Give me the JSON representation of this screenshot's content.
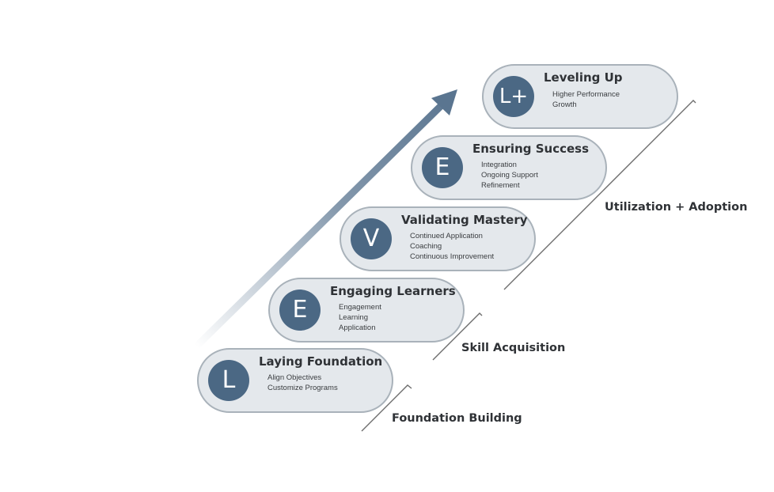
{
  "steps": [
    {
      "letter": "L",
      "title": "Laying Foundation",
      "items": [
        "Align Objectives",
        "Customize Programs"
      ]
    },
    {
      "letter": "E",
      "title": "Engaging Learners",
      "items": [
        "Engagement",
        "Learning",
        "Application"
      ]
    },
    {
      "letter": "V",
      "title": "Validating Mastery",
      "items": [
        "Continued Application",
        "Coaching",
        "Continuous Improvement"
      ]
    },
    {
      "letter": "E",
      "title": "Ensuring Success",
      "items": [
        "Integration",
        "Ongoing Support",
        "Refinement"
      ]
    },
    {
      "letter": "L+",
      "title": "Leveling Up",
      "items": [
        "Higher Performance",
        "Growth"
      ]
    }
  ],
  "phases": {
    "foundation": "Foundation Building",
    "skill": "Skill Acquisition",
    "utilization": "Utilization + Adoption"
  },
  "colors": {
    "accent": "#4b6884",
    "pill_fill": "#e4e8ec",
    "pill_border": "#a9b2ba",
    "arrow": "#5a7590"
  }
}
